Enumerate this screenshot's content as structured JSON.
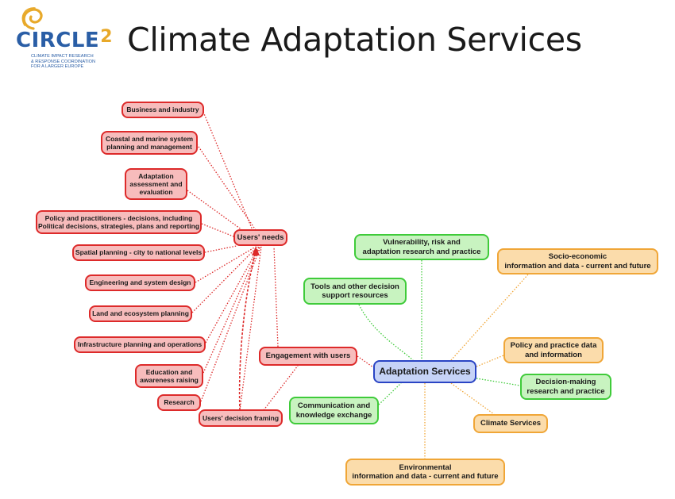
{
  "logo": {
    "word": "CIRCLE",
    "word_suffix": "2",
    "tagline": [
      "CLIMATE IMPACT RESEARCH",
      "& RESPONSE COORDINATION",
      "FOR A LARGER EUROPE"
    ],
    "colors": {
      "blue": "#2a5ea6",
      "gold": "#e8a92a"
    }
  },
  "title": "Climate Adaptation Services",
  "colors": {
    "red_fill": "#f7bcbc",
    "red_border": "#dd2a2a",
    "green_fill": "#c8f3c0",
    "green_border": "#3fcb3a",
    "orange_fill": "#fbdcab",
    "orange_border": "#f0a637",
    "blue_fill": "#c6d3f7",
    "blue_border": "#2a44c4"
  },
  "nodes": {
    "business": "Business and industry",
    "coastal": "Coastal and marine system\nplanning and management",
    "adaptation_assessment": "Adaptation\nassessment and\nevaluation",
    "policy_practitioners": "Policy and practitioners - decisions, including\nPolitical decisions, strategies, plans and reporting",
    "spatial": "Spatial planning - city to national levels",
    "engineering": "Engineering and system design",
    "land": "Land and ecosystem planning",
    "infrastructure": "Infrastructure planning and operations",
    "education": "Education and\nawareness raising",
    "research": "Research",
    "users_framing": "Users' decision framing",
    "users_needs": "Users' needs",
    "engagement": "Engagement with users",
    "adaptation_services": "Adaptation Services",
    "vulnerability": "Vulnerability, risk and\nadaptation research and practice",
    "tools": "Tools and other decision\nsupport resources",
    "communication": "Communication and\nknowledge exchange",
    "socio": "Socio-economic\ninformation and data - current and future",
    "policy_practice": "Policy and practice data\nand information",
    "decision_making": "Decision-making\nresearch and practice",
    "climate": "Climate Services",
    "environmental": "Environmental\ninformation and data - current and future"
  }
}
